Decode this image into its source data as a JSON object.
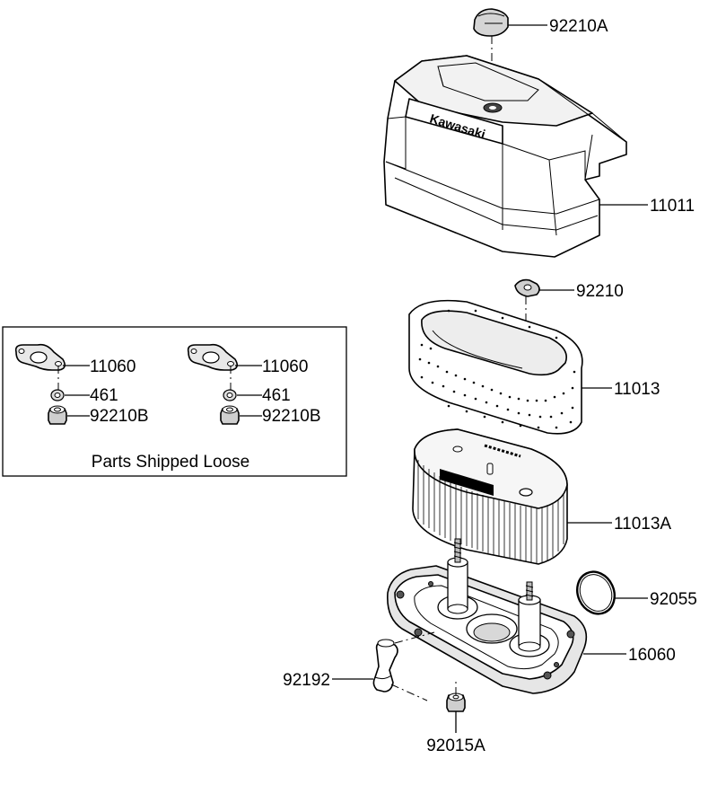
{
  "parts": {
    "top_cap_nut": "92210A",
    "cover": "11011",
    "cover_nut": "92210",
    "pre_cleaner": "11013",
    "filter_element": "11013A",
    "o_ring": "92055",
    "base": "16060",
    "hose": "92192",
    "base_nut": "92015A"
  },
  "loose_parts": {
    "caption": "Parts Shipped Loose",
    "left": {
      "gasket": "11060",
      "washer": "461",
      "nut": "92210B"
    },
    "right": {
      "gasket": "11060",
      "washer": "461",
      "nut": "92210B"
    }
  },
  "brand_text": "Kawasaki",
  "colors": {
    "line": "#000000",
    "part_fill": "#ffffff",
    "shade": "#d9d9d9",
    "background": "#ffffff"
  }
}
